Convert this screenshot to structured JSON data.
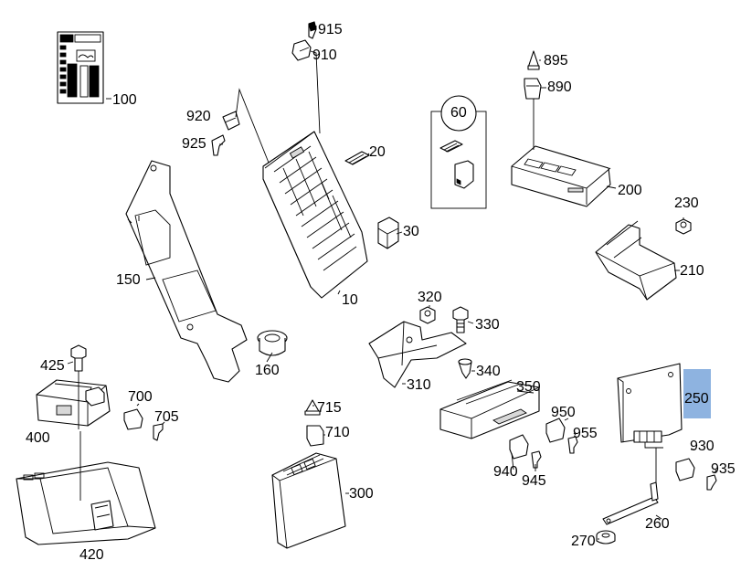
{
  "labels": {
    "p100": "100",
    "p915": "915",
    "p910": "910",
    "p895": "895",
    "p890": "890",
    "p60": "60",
    "p920": "920",
    "p925": "925",
    "p20": "20",
    "p200": "200",
    "p230": "230",
    "p30": "30",
    "p150": "150",
    "p210": "210",
    "p10": "10",
    "p320": "320",
    "p330": "330",
    "p160": "160",
    "p425": "425",
    "p340": "340",
    "p310": "310",
    "p350": "350",
    "p700": "700",
    "p705": "705",
    "p250": "250",
    "p950": "950",
    "p955": "955",
    "p400": "400",
    "p715": "715",
    "p710": "710",
    "p930": "930",
    "p935": "935",
    "p940": "940",
    "p945": "945",
    "p300": "300",
    "p260": "260",
    "p270": "270",
    "p420": "420"
  },
  "highlight": {
    "label": "250",
    "color": "#8eb3e0"
  }
}
